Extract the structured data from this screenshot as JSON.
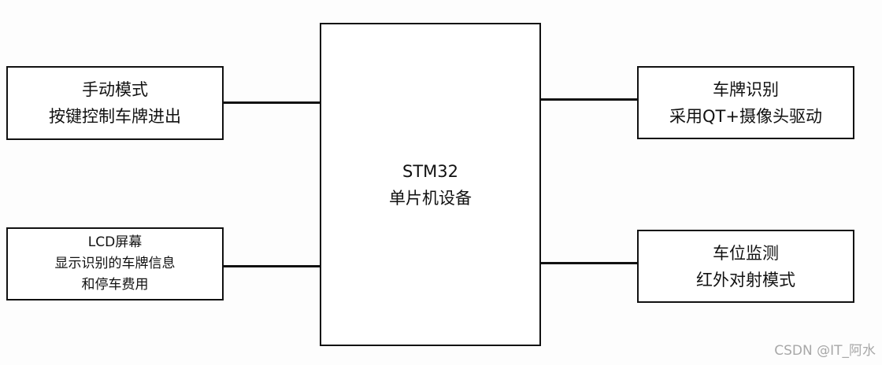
{
  "diagram": {
    "center": {
      "lines": [
        "STM32",
        "单片机设备"
      ]
    },
    "left_top": {
      "lines": [
        "手动模式",
        "按键控制车牌进出"
      ]
    },
    "left_bottom": {
      "lines": [
        "LCD屏幕",
        "显示识别的车牌信息",
        "和停车费用"
      ]
    },
    "right_top": {
      "lines": [
        "车牌识别",
        "采用QT+摄像头驱动"
      ]
    },
    "right_bottom": {
      "lines": [
        "车位监测",
        "红外对射模式"
      ]
    }
  },
  "watermark": "CSDN @IT_阿水",
  "colors": {
    "stroke": "#111111",
    "background": "#fdfdfd",
    "watermark": "#a8a8a8"
  }
}
